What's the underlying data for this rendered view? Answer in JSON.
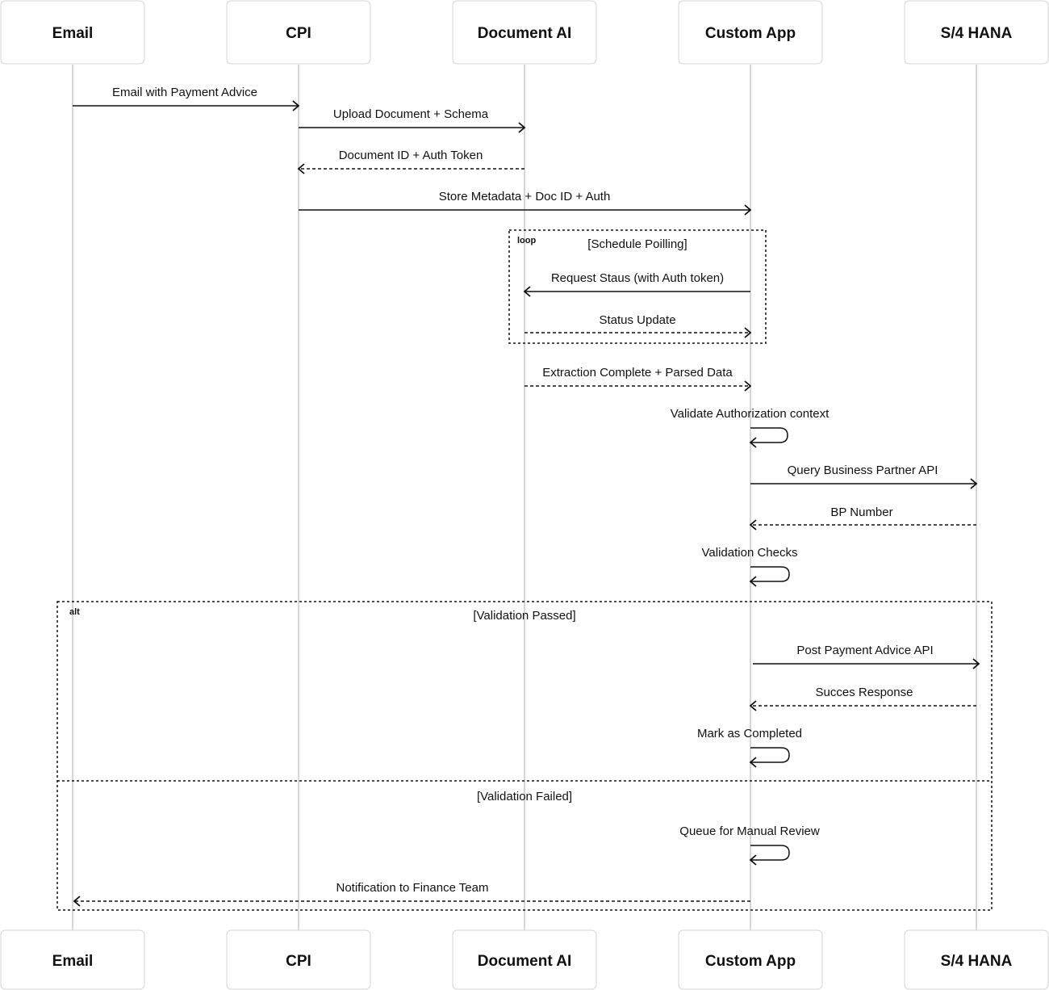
{
  "participants": [
    {
      "id": "email",
      "name": "Email"
    },
    {
      "id": "cpi",
      "name": "CPI"
    },
    {
      "id": "docai",
      "name": "Document AI"
    },
    {
      "id": "app",
      "name": "Custom App"
    },
    {
      "id": "s4",
      "name": "S/4 HANA"
    }
  ],
  "messages": [
    {
      "from": "email",
      "to": "cpi",
      "label": "Email with Payment Advice",
      "style": "solid"
    },
    {
      "from": "cpi",
      "to": "docai",
      "label": "Upload Document + Schema",
      "style": "solid"
    },
    {
      "from": "docai",
      "to": "cpi",
      "label": "Document ID + Auth Token",
      "style": "dashed"
    },
    {
      "from": "cpi",
      "to": "app",
      "label": "Store Metadata + Doc ID + Auth",
      "style": "solid"
    },
    {
      "from": "app",
      "to": "docai",
      "label": "Request Staus (with Auth token)",
      "style": "solid"
    },
    {
      "from": "docai",
      "to": "app",
      "label": "Status Update",
      "style": "dashed"
    },
    {
      "from": "docai",
      "to": "app",
      "label": "Extraction Complete + Parsed Data",
      "style": "dashed"
    },
    {
      "from": "app",
      "to": "app",
      "label": "Validate Authorization context",
      "style": "self"
    },
    {
      "from": "app",
      "to": "s4",
      "label": "Query Business Partner API",
      "style": "solid"
    },
    {
      "from": "s4",
      "to": "app",
      "label": "BP Number",
      "style": "dashed"
    },
    {
      "from": "app",
      "to": "app",
      "label": "Validation Checks",
      "style": "self"
    },
    {
      "from": "app",
      "to": "s4",
      "label": "Post Payment Advice API",
      "style": "solid"
    },
    {
      "from": "s4",
      "to": "app",
      "label": "Succes Response",
      "style": "dashed"
    },
    {
      "from": "app",
      "to": "app",
      "label": "Mark as Completed",
      "style": "self"
    },
    {
      "from": "app",
      "to": "app",
      "label": "Queue for Manual Review",
      "style": "self"
    },
    {
      "from": "app",
      "to": "email",
      "label": "Notification to Finance Team",
      "style": "dashed"
    }
  ],
  "frames": [
    {
      "kind": "loop",
      "guards": [
        "[Schedule Poilling]"
      ]
    },
    {
      "kind": "alt",
      "guards": [
        "[Validation Passed]",
        "[Validation Failed]"
      ]
    }
  ]
}
